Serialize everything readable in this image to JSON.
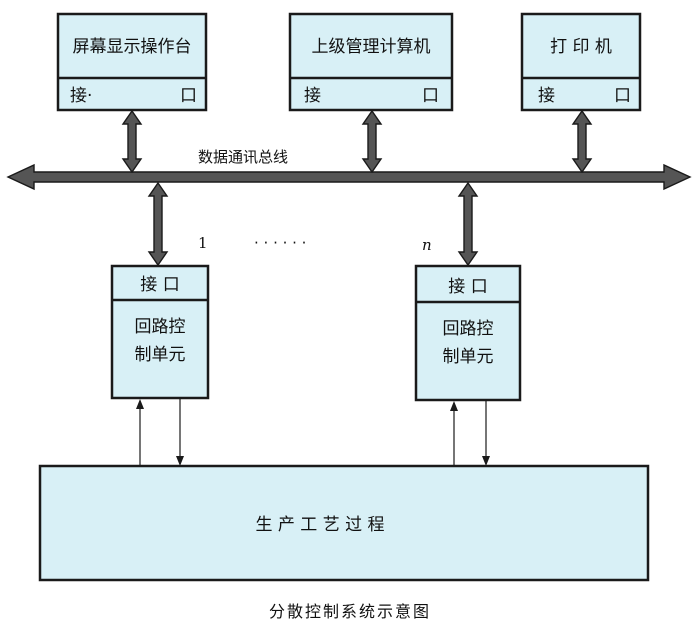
{
  "bus": {
    "label": "数据通讯总线"
  },
  "top_boxes": [
    {
      "title": "屏幕显示操作台",
      "iface_left": "接·",
      "iface_right": "口"
    },
    {
      "title": "上级管理计算机",
      "iface_left": "接",
      "iface_right": "口"
    },
    {
      "title": "打 印 机",
      "iface_left": "接",
      "iface_right": "口"
    }
  ],
  "units": [
    {
      "iface": "接 口",
      "line1": "回路控",
      "line2": "制单元",
      "index": "1"
    },
    {
      "iface": "接 口",
      "line1": "回路控",
      "line2": "制单元",
      "index": "n"
    }
  ],
  "ellipsis": "· · · · · ·",
  "process": {
    "label": "生  产  工  艺  过  程"
  },
  "caption": "分散控制系统示意图",
  "colors": {
    "box_fill": "#d8f0f6",
    "stroke": "#1a1a1a",
    "arrow_fill": "#555555"
  }
}
